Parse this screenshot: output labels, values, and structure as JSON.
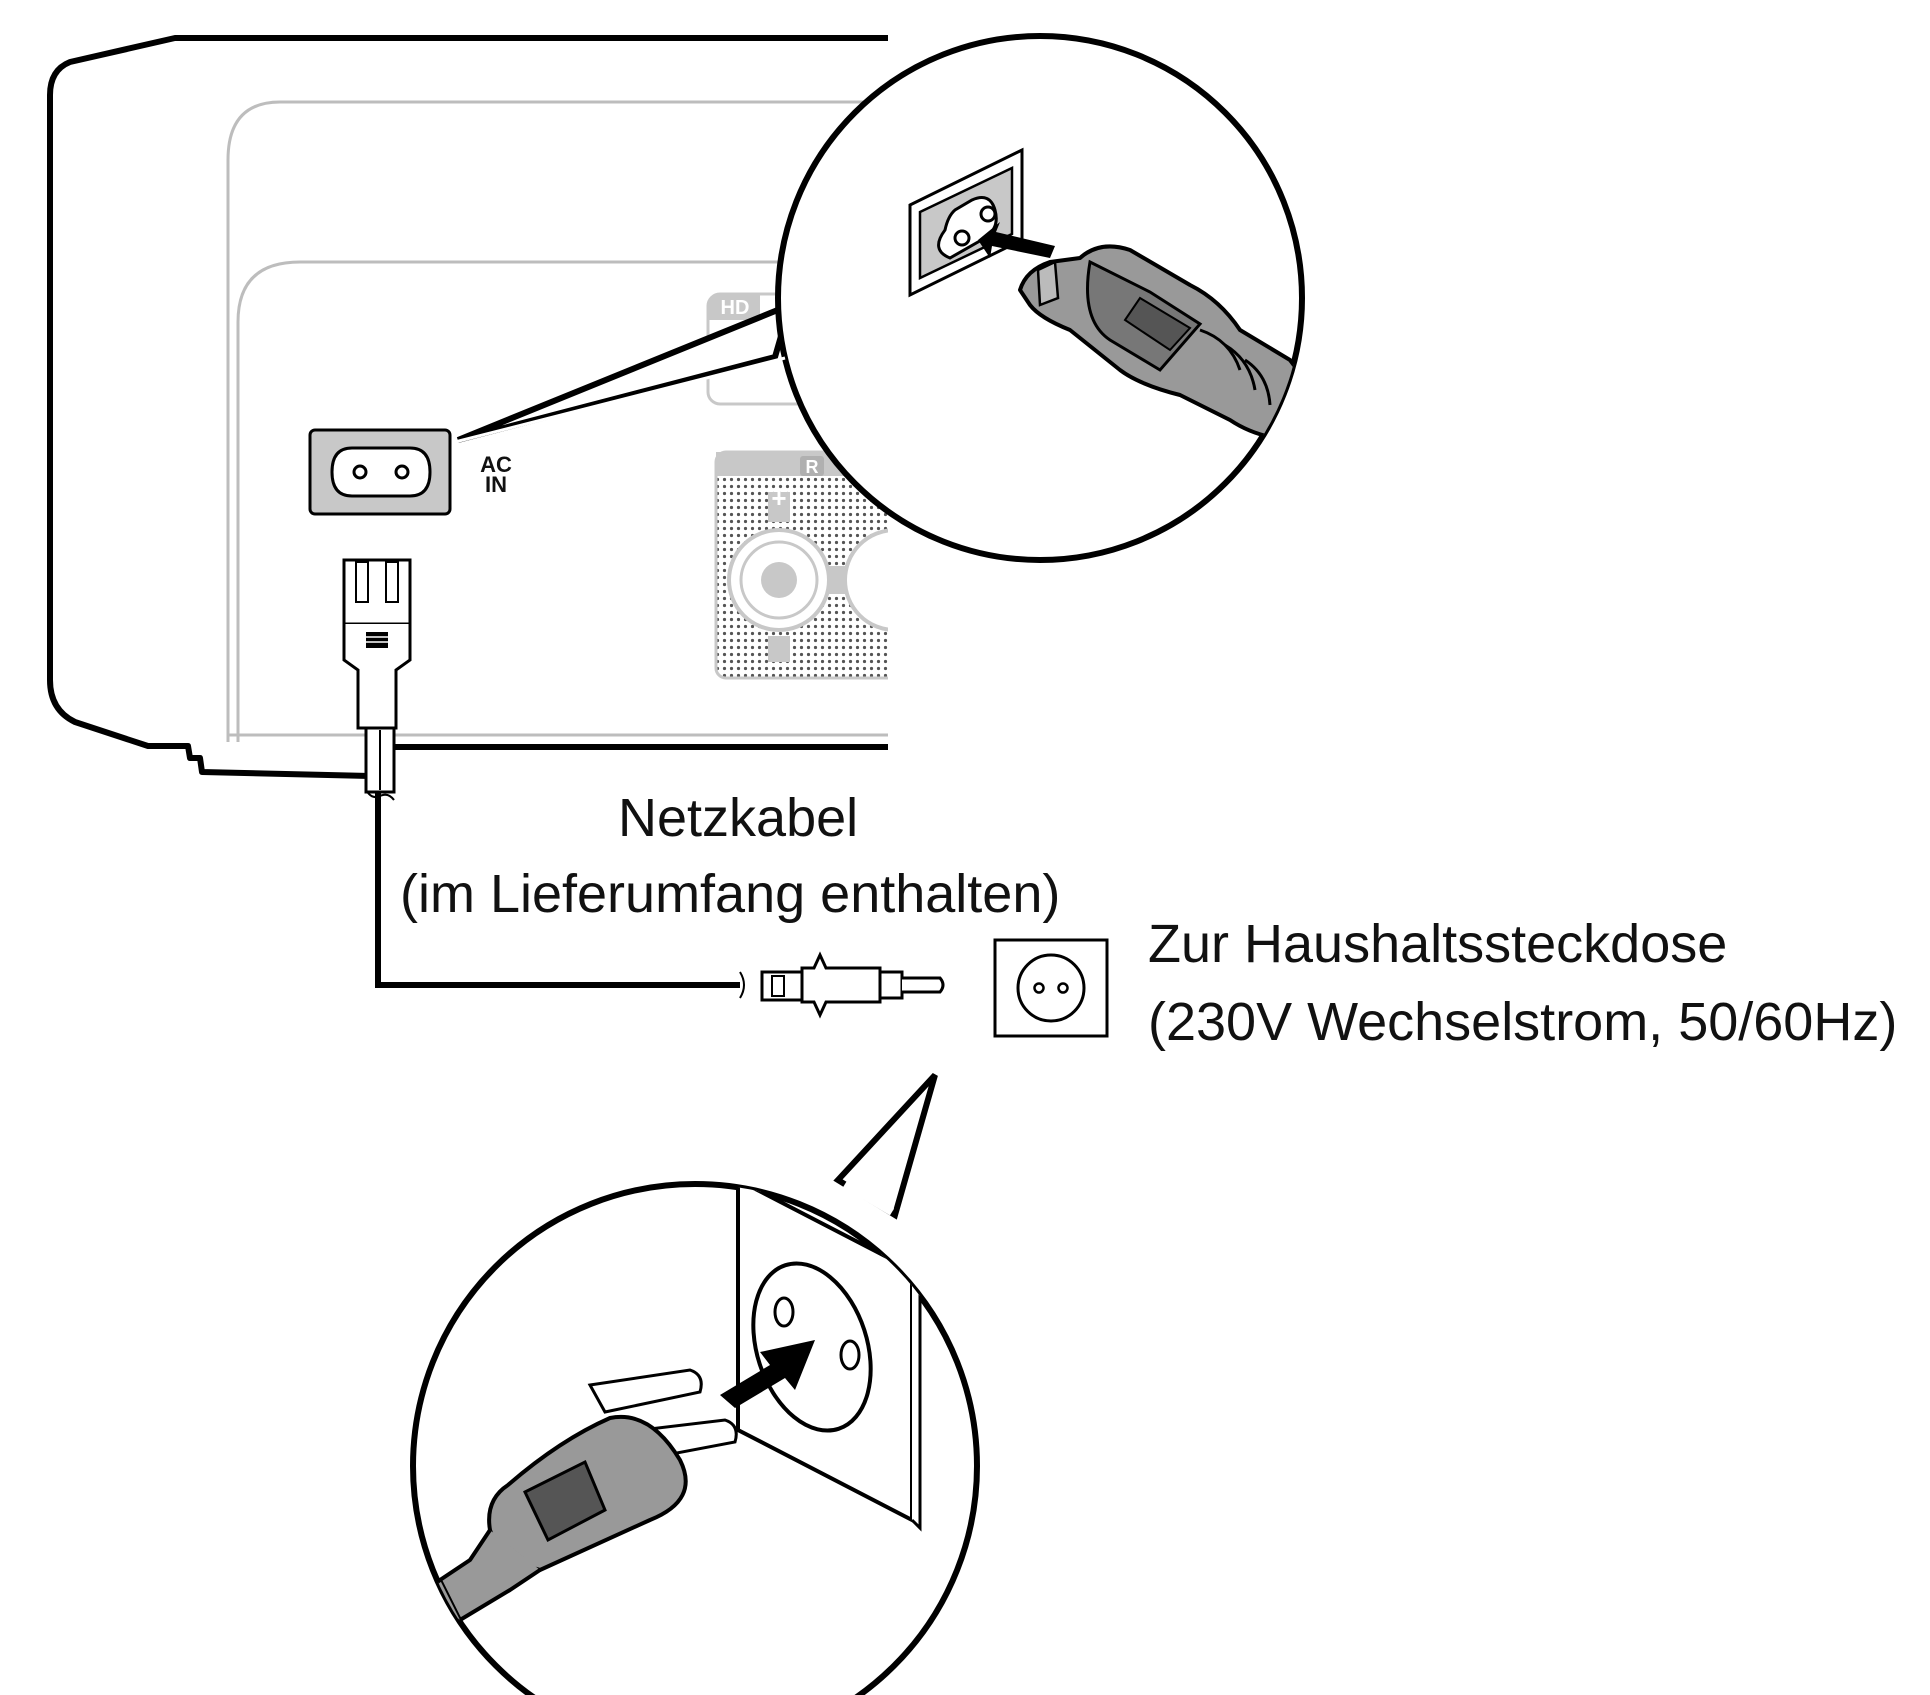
{
  "device_panel": {
    "ac_label_1": "AC",
    "ac_label_2": "IN",
    "hdmi_tag": "HD",
    "speaker_tag": "R",
    "plus_sign": "+"
  },
  "cable_label": {
    "line1": "Netzkabel",
    "line2": "(im Lieferumfang enthalten)"
  },
  "outlet_label": {
    "line1": "Zur Haushaltssteckdose",
    "line2": "(230V Wechselstrom, 50/60Hz)"
  }
}
